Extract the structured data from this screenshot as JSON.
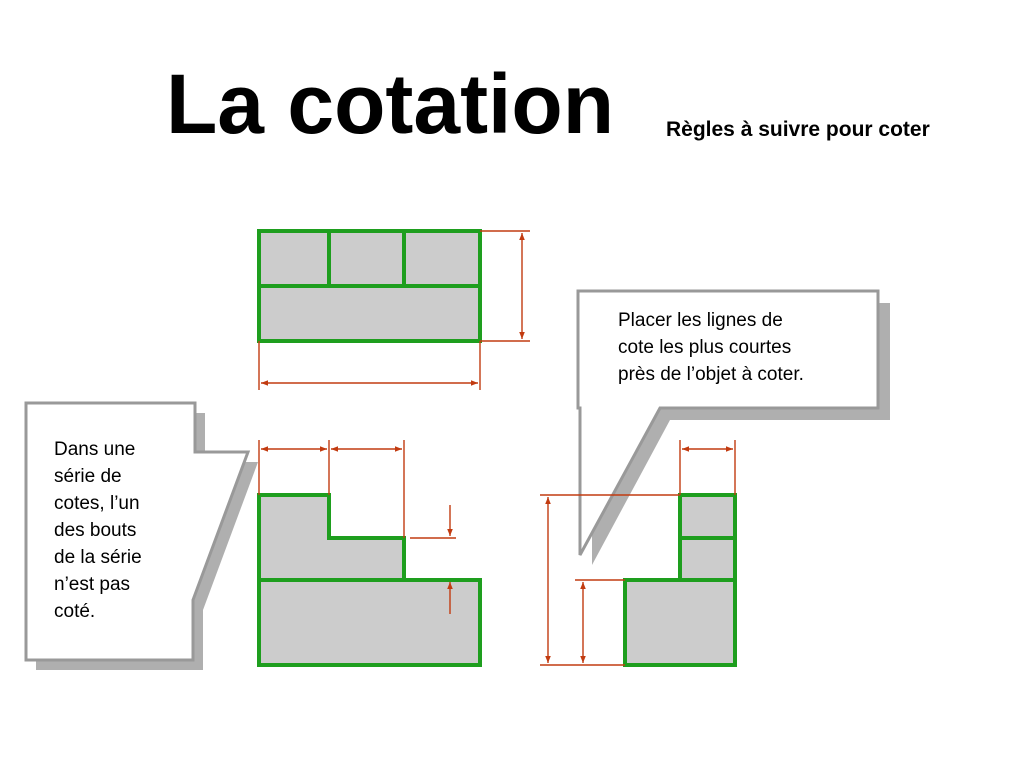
{
  "slide": {
    "title": "La cotation",
    "subtitle": "Règles à suivre pour coter"
  },
  "callouts": {
    "left": "Dans une\nsérie de\ncotes, l’un\ndes bouts\nde la série\nn’est pas\ncoté.",
    "right": "Placer les lignes de\ncote les plus courtes\nprès de l’objet à coter."
  },
  "colors": {
    "part_fill": "#cccccc",
    "part_outline": "#1e9e1e",
    "dimension": "#c23b10",
    "callout_border": "#999999",
    "callout_shadow": "#6e6e6e"
  }
}
